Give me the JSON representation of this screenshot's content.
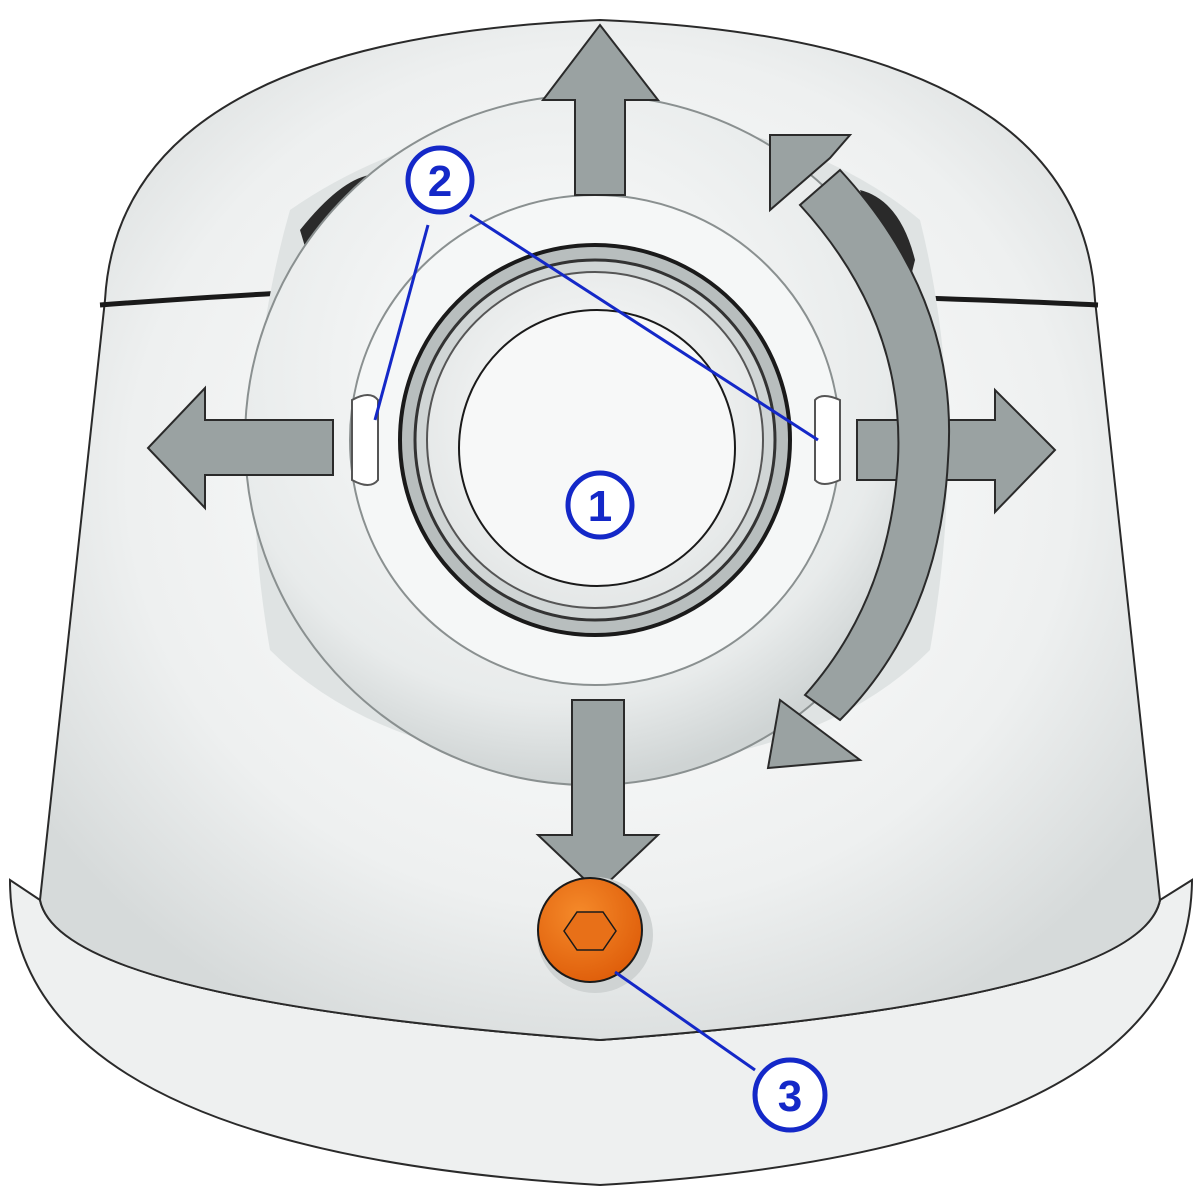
{
  "diagram": {
    "subject": "Dome camera mount with adjustable ball head",
    "colors": {
      "callout": "#1428c8",
      "arrow_fill": "#9aa2a2",
      "arrow_stroke": "#2a2a2a",
      "housing": "#f4f5f5",
      "screw": "#f07014"
    },
    "callouts": [
      {
        "id": "1",
        "label": "1",
        "target": "camera lens ball"
      },
      {
        "id": "2",
        "label": "2",
        "target": "adjustment notches on lens ring"
      },
      {
        "id": "3",
        "label": "3",
        "target": "orange hex locking screw"
      }
    ],
    "arrows": [
      {
        "direction": "up",
        "meaning": "tilt up"
      },
      {
        "direction": "down",
        "meaning": "tilt down"
      },
      {
        "direction": "left",
        "meaning": "pan left"
      },
      {
        "direction": "right",
        "meaning": "pan right"
      },
      {
        "direction": "rotate",
        "meaning": "rotate clockwise/counter-clockwise"
      }
    ]
  }
}
